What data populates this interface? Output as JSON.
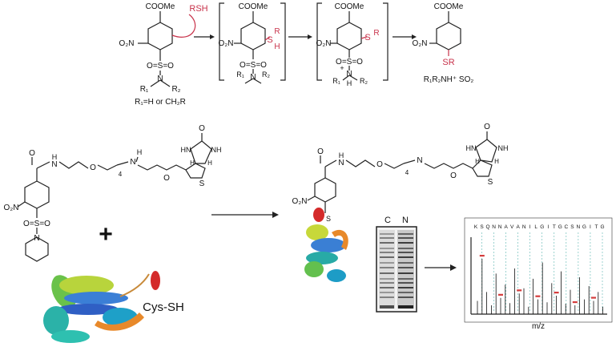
{
  "mechanism": {
    "reactant": {
      "ester": "COOMe",
      "nitro": "O₂N",
      "thiol": "RSH",
      "sulfonyl": "O=S=O",
      "amine_n": "N",
      "r1": "R₁",
      "r2": "R₂",
      "note": "R₁=H or CH₂R"
    },
    "intermediate1": {
      "ester": "COOMe",
      "nitro": "O₂N",
      "s": "S",
      "r": "R",
      "h": "H",
      "sulfonyl": "O=S=O",
      "amine_n": "N",
      "r1": "R₁",
      "r2": "R₂"
    },
    "intermediate2": {
      "ester": "COOMe",
      "nitro": "O₂N",
      "s": "S",
      "r": "R",
      "sulfonyl": "O=S=O",
      "amine_n": "N",
      "plus": "+",
      "h": "H",
      "r1": "R₁",
      "r2": "R₂"
    },
    "product": {
      "ester": "COOMe",
      "nitro": "O₂N",
      "sr": "SR",
      "byproducts": "R₁R₂NH⁺ SO₂"
    }
  },
  "workflow": {
    "probe": {
      "o": "O",
      "h_n": "H",
      "n": "N",
      "peg_o": "O",
      "peg_n": "4",
      "biotin_o": "O",
      "hn": "HN",
      "nh": "NH",
      "h1": "H",
      "h2": "H",
      "s": "S",
      "nitro": "O₂N",
      "sulfonyl": "O=S=O",
      "ring_n": "N"
    },
    "plus": "+",
    "protein_label": "Cys-SH",
    "labeled": {
      "o": "O",
      "h_n": "H",
      "n": "N",
      "peg_o": "O",
      "peg_n": "4",
      "hn": "HN",
      "nh": "NH",
      "h1": "H",
      "h2": "H",
      "s": "S",
      "nitro": "O₂N",
      "link_s": "S"
    },
    "gel": {
      "lanes": [
        "C",
        "N"
      ]
    },
    "ms": {
      "sequence": [
        "K",
        "S",
        "Q",
        "N",
        "N",
        "A",
        "V",
        "A",
        "N",
        "I",
        "L",
        "G",
        "I",
        "T",
        "G",
        "C",
        "S",
        "N",
        "G",
        "I",
        "T",
        "G"
      ],
      "xlabel": "m/z"
    }
  },
  "colors": {
    "accent": "#c8324a",
    "ink": "#222222"
  }
}
